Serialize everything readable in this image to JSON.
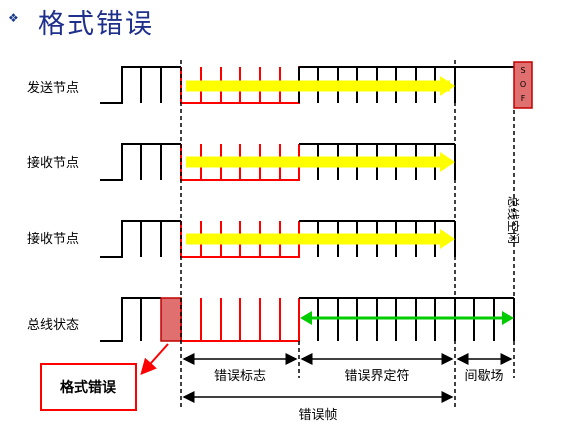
{
  "title": {
    "bullet": "❖",
    "text": "格式错误"
  },
  "rows": [
    {
      "label": "发送节点"
    },
    {
      "label": "接收节点"
    },
    {
      "label": "接收节点"
    },
    {
      "label": "总线状态"
    }
  ],
  "sof_marker": {
    "line1": "S",
    "line2": "O",
    "line3": "F"
  },
  "bus_idle_label": "总线空闲",
  "segments": {
    "error_flag": "错误标志",
    "error_delimiter": "错误界定符",
    "intermission": "间歇场",
    "error_frame": "错误帧"
  },
  "callout": {
    "text": "格式错误"
  },
  "colors": {
    "signal": "#000000",
    "error_flag": "#ff0000",
    "arrow_yellow": "#ffff00",
    "arrow_green": "#00cc00",
    "sof_fill": "#e07070",
    "callout_border": "#ff0000",
    "title": "#1e2f8c"
  }
}
